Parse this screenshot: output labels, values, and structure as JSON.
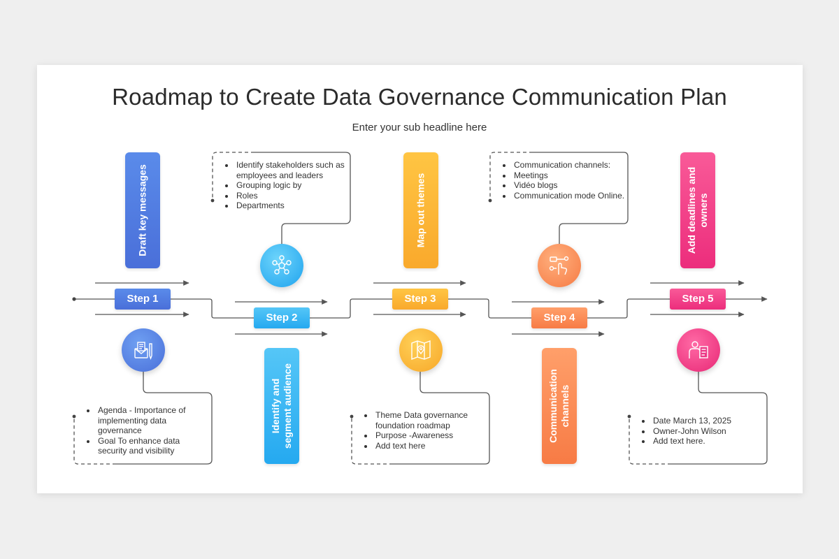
{
  "title": "Roadmap to Create Data Governance Communication Plan",
  "subtitle": "Enter your sub headline here",
  "steps": [
    {
      "label": "Step 1",
      "task": "Draft key messages",
      "color": "#4a73dd",
      "icon": "letter-pen-icon",
      "notes": [
        "Agenda - Importance of implementing data governance",
        "Goal To enhance data security and visibility"
      ]
    },
    {
      "label": "Step 2",
      "task": "Identify and segment audience",
      "color": "#25a9f0",
      "icon": "stakeholder-network-icon",
      "notes": [
        "Identify stakeholders such as employees and leaders",
        "Grouping logic by",
        "Roles",
        "Departments"
      ]
    },
    {
      "label": "Step 3",
      "task": "Map out themes",
      "color": "#f9a92c",
      "icon": "map-pin-icon",
      "notes": [
        "Theme Data governance foundation roadmap",
        "Purpose -Awareness",
        "Add text here"
      ]
    },
    {
      "label": "Step 4",
      "task": "Communication channels",
      "color": "#f77b45",
      "icon": "touch-network-icon",
      "notes": [
        "Communication channels:",
        "Meetings",
        "Vidéo blogs",
        "Communication mode Online."
      ]
    },
    {
      "label": "Step 5",
      "task": "Add deadlines and owners",
      "color": "#ec2d7c",
      "icon": "person-document-icon",
      "notes": [
        "Date March 13, 2025",
        "Owner-John Wilson",
        "Add text here."
      ]
    }
  ]
}
